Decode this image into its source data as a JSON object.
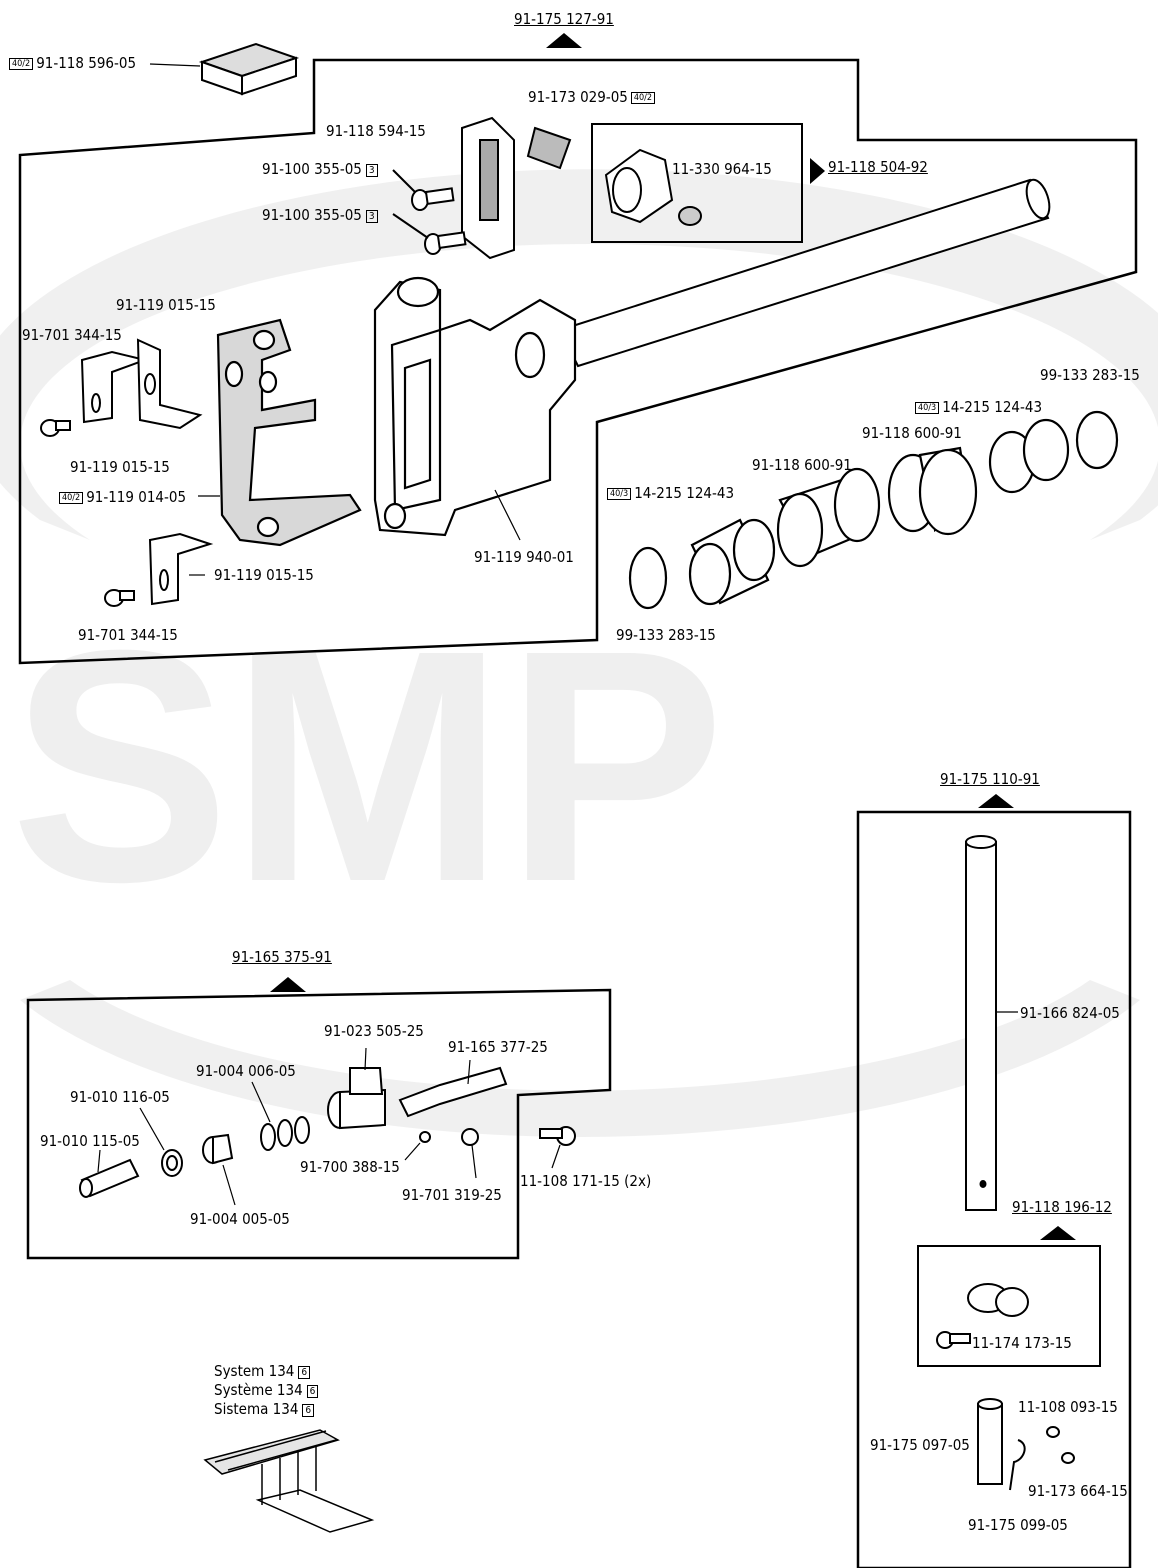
{
  "watermark": {
    "text": "SMP",
    "color": "#ececec"
  },
  "tags": {
    "t402": "40/2",
    "t403": "40/3",
    "n3": "3",
    "n6": "6"
  },
  "assembly_top": {
    "number": "91-175 127-91",
    "labels": {
      "l1": "91-118 596-05",
      "l2": "91-173 029-05",
      "l3": "91-118 594-15",
      "l4": "91-100 355-05",
      "l5": "91-100 355-05",
      "l6": "11-330 964-15",
      "l7": "91-118 504-92",
      "l8": "91-119 015-15",
      "l9": "91-701 344-15",
      "l10": "91-119 015-15",
      "l11": "91-119 014-05",
      "l12": "91-119 015-15",
      "l13": "91-701 344-15",
      "l14": "91-119 940-01",
      "l15": "99-133 283-15",
      "l16": "14-215 124-43",
      "l17": "91-118 600-91",
      "l18": "91-118 600-91",
      "l19": "14-215 124-43",
      "l20": "99-133 283-15"
    }
  },
  "assembly_mid": {
    "number": "91-165 375-91",
    "labels": {
      "m1": "91-023 505-25",
      "m2": "91-165 377-25",
      "m3": "91-004 006-05",
      "m4": "91-010 116-05",
      "m5": "91-010 115-05",
      "m6": "91-700 388-15",
      "m7": "91-701 319-25",
      "m8": "11-108 171-15 (2x)",
      "m9": "91-004 005-05"
    }
  },
  "system_note": {
    "line1": "System  134",
    "line2": "Système 134",
    "line3": "Sistema  134"
  },
  "assembly_right": {
    "number": "91-175 110-91",
    "labels": {
      "r1": "91-166 824-05",
      "r2": "91-118 196-12",
      "r3": "11-174 173-15",
      "r4": "11-108  093-15",
      "r5": "91-175 097-05",
      "r6": "91-173 664-15",
      "r7": "91-175 099-05"
    }
  }
}
